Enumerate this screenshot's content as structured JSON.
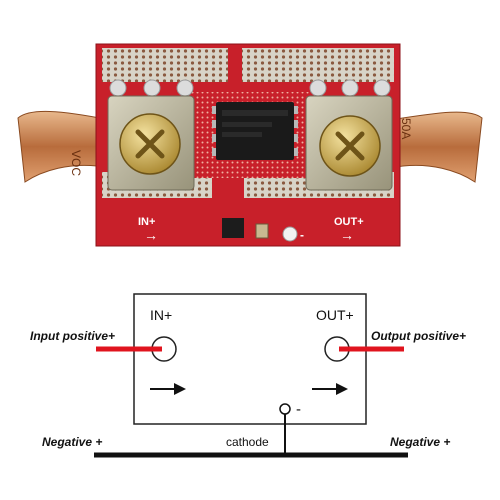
{
  "board": {
    "in_label": "IN+",
    "out_label": "OUT+",
    "left_wire_text": "VOC",
    "right_wire_text": "50A",
    "minus_symbol": "-",
    "colors": {
      "pcb": "#c8202a",
      "copper": "#c98a5a",
      "bracket": "#b8b39a",
      "screw": "#d4b25a",
      "chip": "#1a1a1a"
    }
  },
  "schematic": {
    "in_label": "IN+",
    "out_label": "OUT+",
    "minus_label": "-",
    "input_positive": "Input positive+",
    "output_positive": "Output positive+",
    "negative_left": "Negative +",
    "negative_right": "Negative +",
    "cathode": "cathode",
    "colors": {
      "positive_wire": "#e0141e",
      "negative_wire": "#111111",
      "box_stroke": "#222222"
    }
  }
}
